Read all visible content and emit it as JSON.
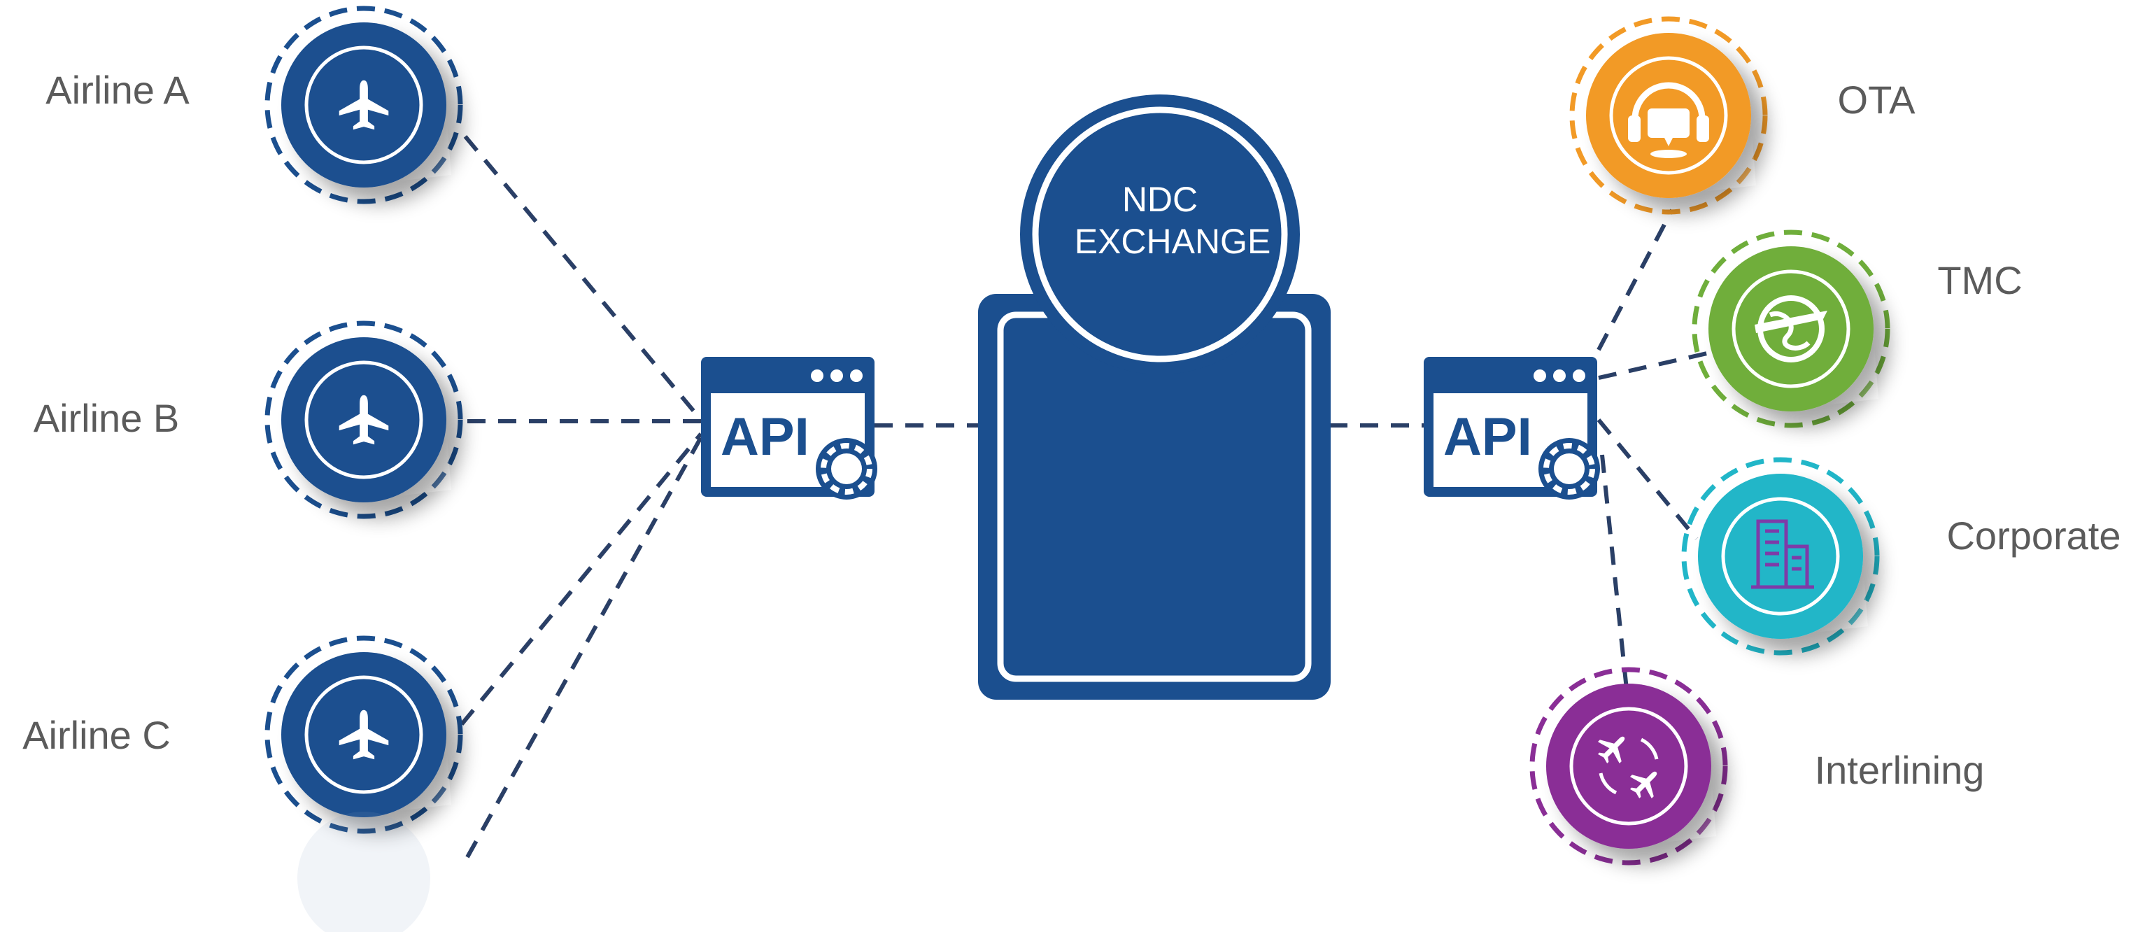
{
  "colors": {
    "navy": "#1b4f8f",
    "navy_dark": "#163f74",
    "link": "#2a3f66",
    "label": "#5b5b5b",
    "ota": "#f29a26",
    "tmc": "#6fae3b",
    "corporate": "#21b6c8",
    "interlining": "#8a2e96",
    "icon_purple": "#7e3ba8"
  },
  "center": {
    "label_line1": "NDC",
    "label_line2": "EXCHANGE"
  },
  "api": {
    "left_label": "API",
    "right_label": "API"
  },
  "airlines": [
    {
      "label": "Airline A",
      "icon": "airplane-icon"
    },
    {
      "label": "Airline B",
      "icon": "airplane-icon"
    },
    {
      "label": "Airline C",
      "icon": "airplane-icon"
    }
  ],
  "channels": [
    {
      "label": "OTA",
      "icon": "headset-chat-icon"
    },
    {
      "label": "TMC",
      "icon": "globe-plane-icon"
    },
    {
      "label": "Corporate",
      "icon": "office-building-icon"
    },
    {
      "label": "Interlining",
      "icon": "interline-planes-icon"
    }
  ]
}
